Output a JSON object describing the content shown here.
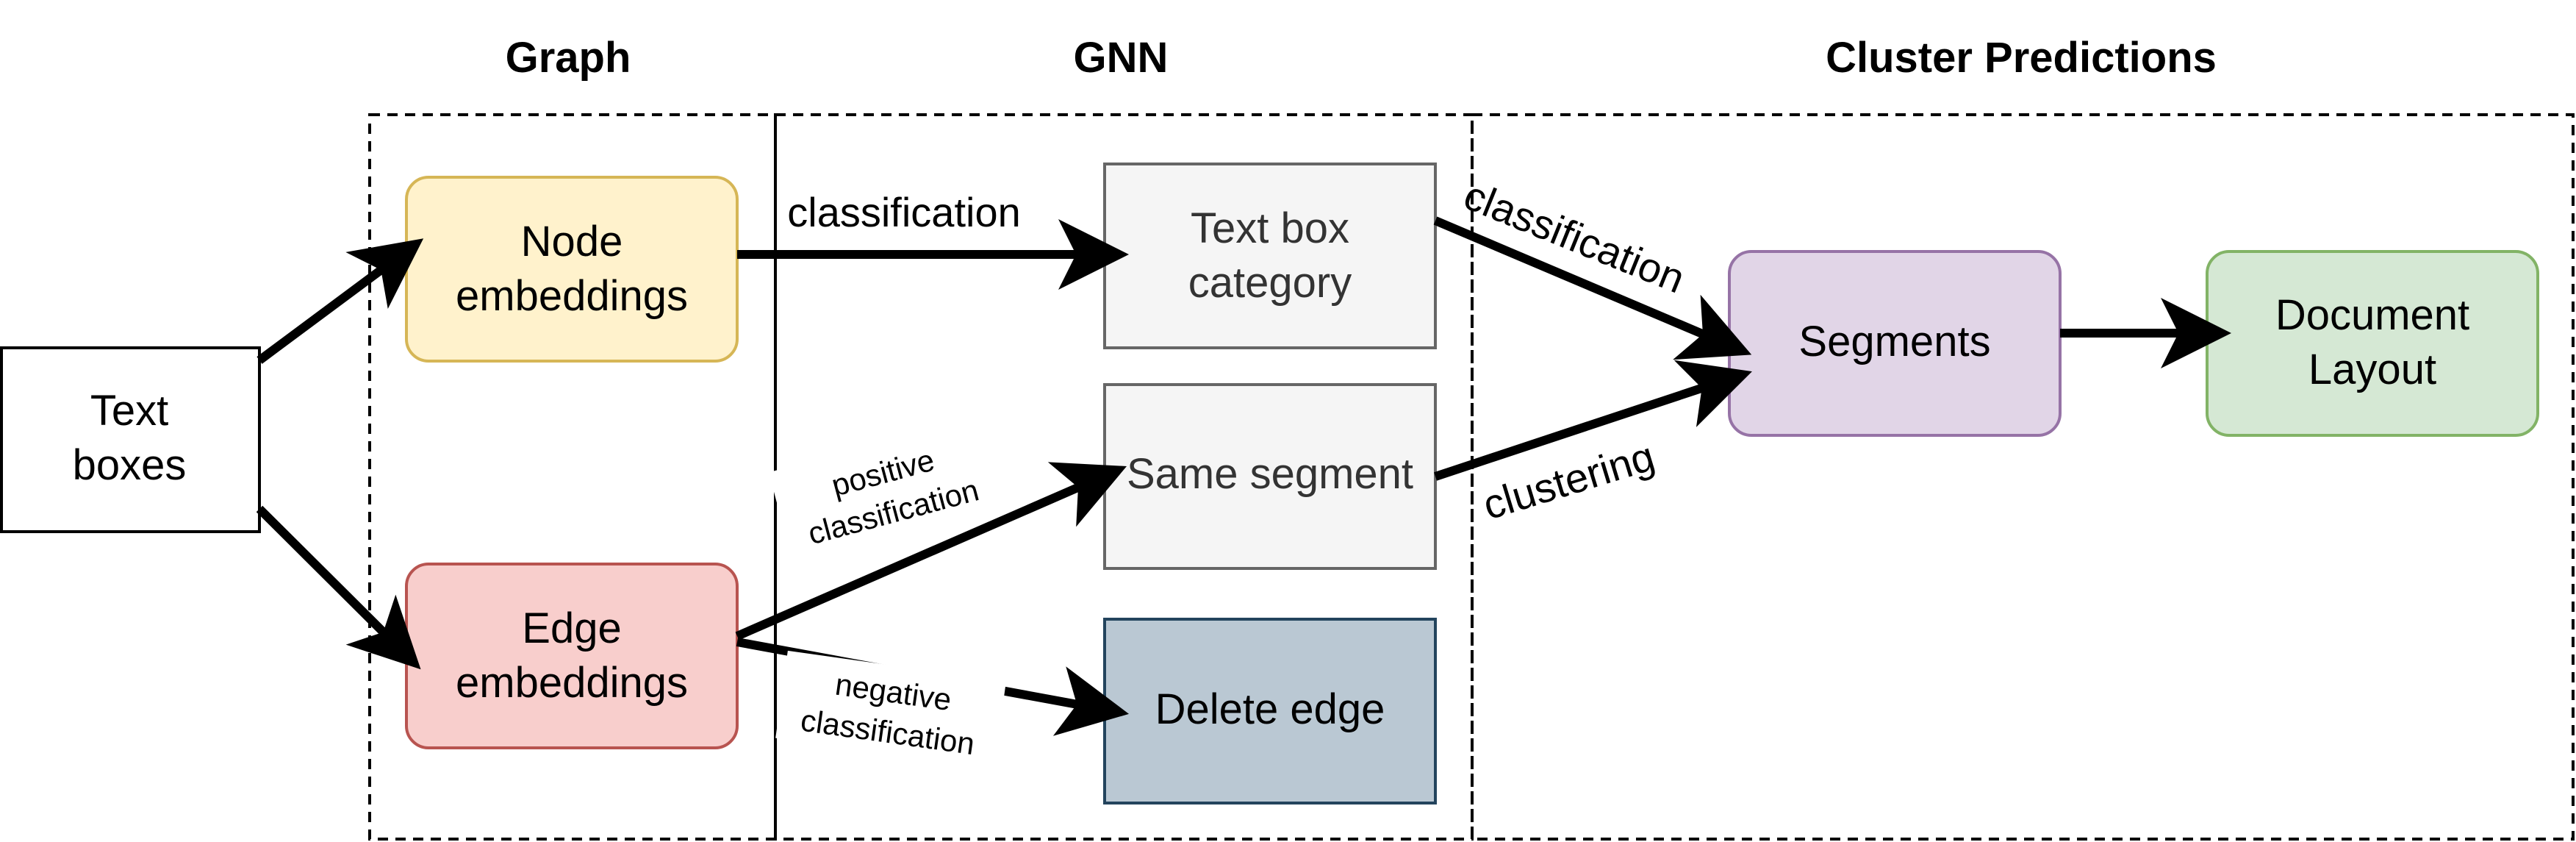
{
  "sections": {
    "graph": "Graph",
    "gnn": "GNN",
    "cluster": "Cluster Predictions"
  },
  "nodes": {
    "text_boxes": [
      "Text",
      "boxes"
    ],
    "node_embeddings": [
      "Node",
      "embeddings"
    ],
    "edge_embeddings": [
      "Edge",
      "embeddings"
    ],
    "text_box_category": [
      "Text box",
      "category"
    ],
    "same_segment": "Same segment",
    "delete_edge": "Delete edge",
    "segments": "Segments",
    "document_layout": [
      "Document",
      "Layout"
    ]
  },
  "edge_labels": {
    "classification_top": "classification",
    "positive": [
      "positive",
      "classification"
    ],
    "negative": [
      "negative",
      "classification"
    ],
    "classification_right": "classification",
    "clustering": "clustering"
  },
  "colors": {
    "node_embeddings_fill": "#fff2cc",
    "node_embeddings_stroke": "#d6b656",
    "edge_embeddings_fill": "#f8cecc",
    "edge_embeddings_stroke": "#b85450",
    "grey_fill": "#f5f5f5",
    "grey_stroke": "#666666",
    "delete_fill": "#bac8d3",
    "delete_stroke": "#23445d",
    "segments_fill": "#e1d5e7",
    "segments_stroke": "#9673a6",
    "layout_fill": "#d5e8d4",
    "layout_stroke": "#82b366"
  }
}
